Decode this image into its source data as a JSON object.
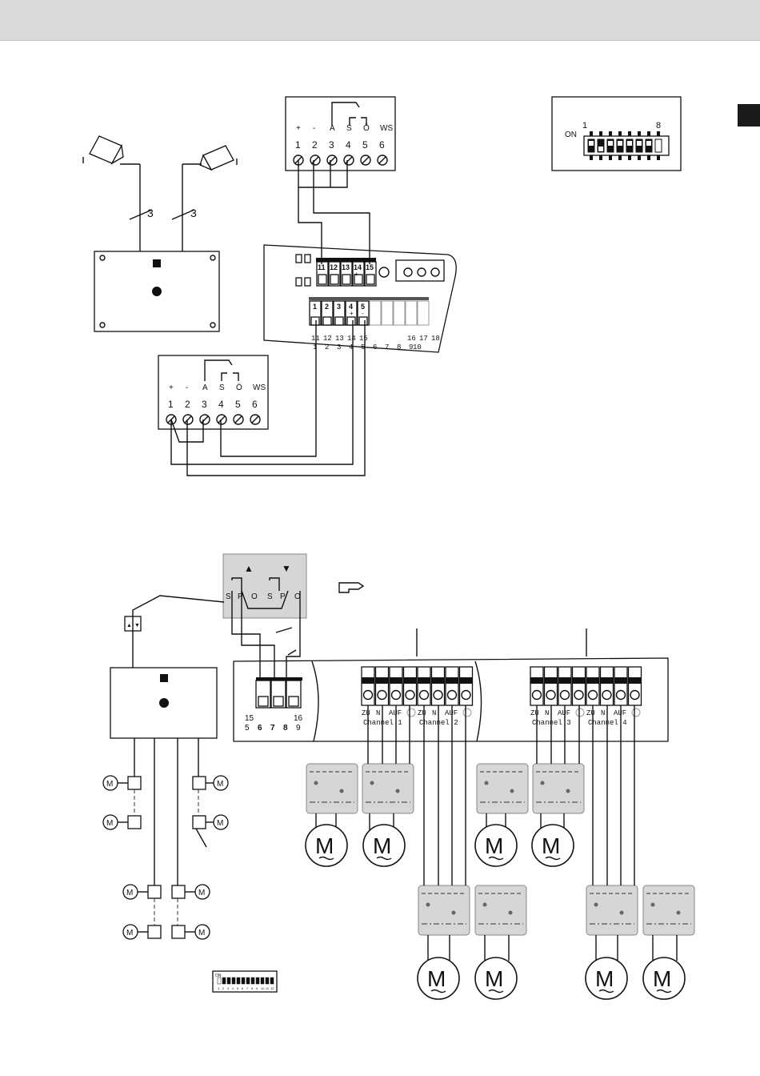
{
  "colors": {
    "header_bar": "#d9d9d9",
    "marker": "#1a1a1a",
    "grey_box": "#d6d6d6"
  },
  "upper": {
    "sensor_cable_labels": [
      "3",
      "3"
    ],
    "switch_top": {
      "symbols": [
        "+",
        "-",
        "A",
        "S",
        "Ö",
        "WS"
      ],
      "numbers": [
        "1",
        "2",
        "3",
        "4",
        "5",
        "6"
      ]
    },
    "switch_bottom": {
      "symbols": [
        "+",
        "-",
        "A",
        "S",
        "Ö",
        "WS"
      ],
      "numbers": [
        "1",
        "2",
        "3",
        "4",
        "5",
        "6"
      ]
    },
    "dip": {
      "on_label": "ON",
      "first": "1",
      "last": "8"
    },
    "controller": {
      "top_terminals": [
        "11",
        "12",
        "13",
        "14",
        "15"
      ],
      "top_polarity": [
        "+",
        "-"
      ],
      "inner_terminals": [
        "1",
        "2",
        "3",
        "4",
        "5"
      ],
      "inner_polarity": [
        "+",
        "-"
      ],
      "lower_top_numbers": [
        "11",
        "12",
        "13",
        "14",
        "15",
        "16",
        "17",
        "18"
      ],
      "lower_bottom_numbers": [
        "1",
        "2",
        "3",
        "4",
        "5",
        "6",
        "7",
        "8",
        "9",
        "10"
      ]
    }
  },
  "lower": {
    "switch_letters": [
      "S",
      "P",
      "O",
      "S",
      "P",
      "O"
    ],
    "arrows": [
      "▲",
      "▼"
    ],
    "hand_icon": "pointing-hand-icon",
    "terminal_block": {
      "top": [
        "15",
        "16"
      ],
      "bottom": [
        "5",
        "6",
        "7",
        "8",
        "9"
      ]
    },
    "channel_labels": [
      "ZU",
      "N",
      "AUF"
    ],
    "channels": [
      "Channel 1",
      "Channel 2",
      "Channel 3",
      "Channel 4"
    ],
    "motor_label": "M",
    "dip_label": "ON",
    "dip_numbers": [
      "1",
      "2",
      "3",
      "4",
      "5",
      "6",
      "7",
      "8",
      "9",
      "10",
      "11",
      "12"
    ]
  }
}
